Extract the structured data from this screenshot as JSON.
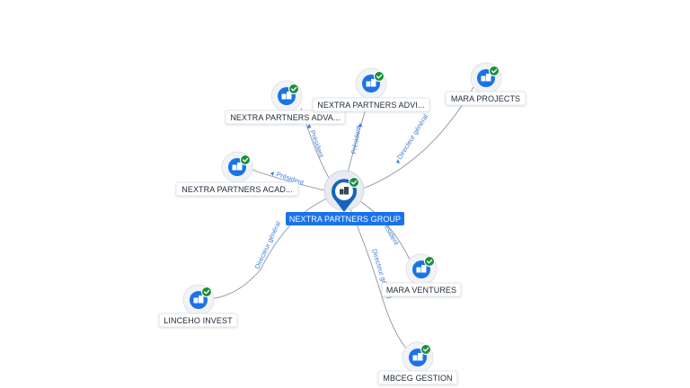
{
  "colors": {
    "accent": "#1a73e8",
    "badge": "#1e8e3e",
    "edge": "#8a93a3",
    "edge_label": "#3f7fd8"
  },
  "center": {
    "label": "NEXTRA PARTNERS GROUP",
    "icon": "company-building-icon",
    "status_icon": "check-badge-icon"
  },
  "nodes": [
    {
      "id": "advantage",
      "label": "NEXTRA PARTNERS ADVA...",
      "icon": "company-building-icon"
    },
    {
      "id": "advisory",
      "label": "NEXTRA PARTNERS ADVI...",
      "icon": "company-building-icon"
    },
    {
      "id": "mara-projects",
      "label": "MARA PROJECTS",
      "icon": "company-building-icon"
    },
    {
      "id": "academy",
      "label": "NEXTRA PARTNERS ACAD...",
      "icon": "company-building-icon"
    },
    {
      "id": "mara-ventures",
      "label": "MARA VENTURES",
      "icon": "company-building-icon"
    },
    {
      "id": "linceho",
      "label": "LINCEHO INVEST",
      "icon": "company-building-icon"
    },
    {
      "id": "mbceg",
      "label": "MBCEG GESTION",
      "icon": "company-building-icon"
    }
  ],
  "edges": [
    {
      "to": "advantage",
      "label": "Président"
    },
    {
      "to": "advisory",
      "label": "Président"
    },
    {
      "to": "mara-projects",
      "label": "Directeur général"
    },
    {
      "to": "academy",
      "label": "Président"
    },
    {
      "to": "mara-ventures",
      "label": "Président"
    },
    {
      "to": "linceho",
      "label": "Directeur général"
    },
    {
      "to": "mbceg",
      "label": "Directeur général"
    }
  ]
}
